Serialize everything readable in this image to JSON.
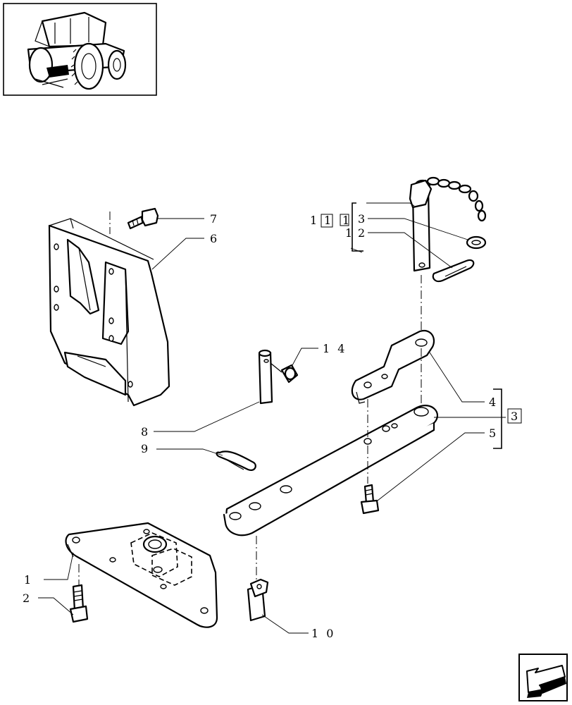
{
  "callouts": {
    "c1": "1",
    "c2": "2",
    "c3": "3",
    "c4": "4",
    "c5": "5",
    "c6": "6",
    "c7": "7",
    "c8": "8",
    "c9": "9",
    "c10": "1 0",
    "c14": "1 4",
    "kit_prefix": "1",
    "kit_boxed": "1",
    "kit_sub": "1",
    "pin_13": "3",
    "pin_12_a": "1",
    "pin_12_b": "2",
    "arm_boxed": "3"
  },
  "icons": {
    "thumbnail": "tractor-thumbnail-icon",
    "nav": "previous-page-arrow-icon"
  },
  "colors": {
    "ink": "#000000",
    "paper": "#ffffff"
  }
}
